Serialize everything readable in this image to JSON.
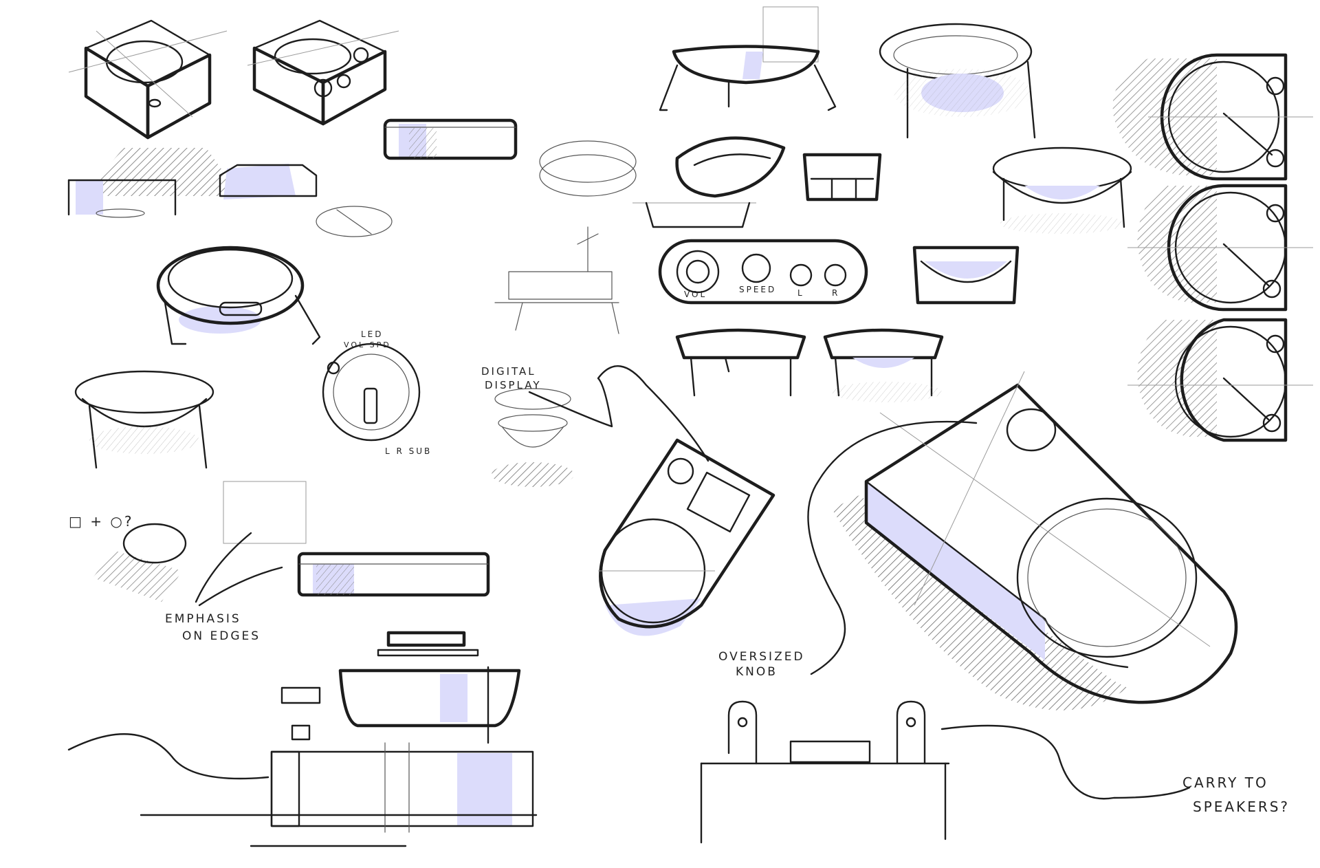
{
  "annotations": {
    "digital_display": [
      "DIGITAL",
      "DISPLAY"
    ],
    "oversized_knob": [
      "OVERSIZED",
      "KNOB"
    ],
    "emphasis_on_edges": [
      "EMPHASIS",
      "ON EDGES"
    ],
    "carry_to_speakers": [
      "CARRY TO",
      "SPEAKERS?"
    ],
    "square_plus_circle": "□ + ○?",
    "led": "LED",
    "vol_spd": "VOL SPD",
    "lr_sub": "L R SUB"
  },
  "control_panel": {
    "vol": "VOL",
    "speed": "SPEED",
    "l": "L",
    "r": "R"
  },
  "colors": {
    "ink": "#1d1d1d",
    "guide": "#9a9a9a",
    "accent_tint": "#dcdcfb",
    "paper": "#ffffff"
  }
}
